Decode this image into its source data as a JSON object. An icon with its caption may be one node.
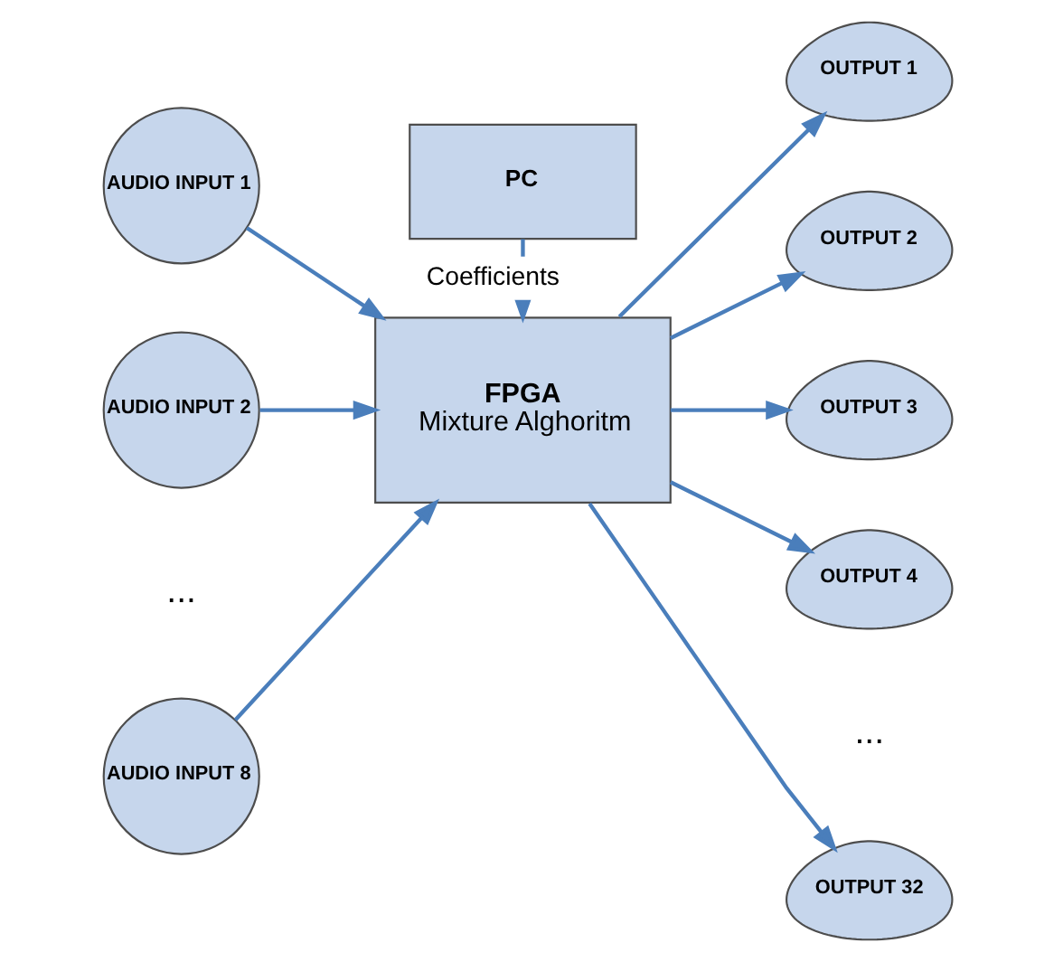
{
  "diagram": {
    "nodes": [
      {
        "text": [
          "PC"
        ]
      },
      {
        "text": [
          "FPGA",
          "Mixture Alghoritm"
        ]
      },
      {
        "text": [
          "AUDIO INPUT 1"
        ]
      },
      {
        "text": [
          "AUDIO INPUT 2"
        ]
      },
      {
        "text": [
          "AUDIO INPUT 8"
        ]
      },
      {
        "text": [
          "OUTPUT 1"
        ]
      },
      {
        "text": [
          "OUTPUT 2"
        ]
      },
      {
        "text": [
          "OUTPUT 3"
        ]
      },
      {
        "text": [
          "OUTPUT 4"
        ]
      },
      {
        "text": [
          "OUTPUT 32"
        ]
      }
    ],
    "edges": [
      {
        "from": 0,
        "to": 1,
        "arrow": "to",
        "label": "Coefficients"
      },
      {
        "from": 2,
        "to": 1,
        "arrow": "to"
      },
      {
        "from": 3,
        "to": 1,
        "arrow": "to"
      },
      {
        "from": 4,
        "to": 1,
        "arrow": "to"
      },
      {
        "from": 1,
        "to": 5,
        "arrow": "to"
      },
      {
        "from": 1,
        "to": 6,
        "arrow": "to"
      },
      {
        "from": 1,
        "to": 7,
        "arrow": "to"
      },
      {
        "from": 1,
        "to": 8,
        "arrow": "to"
      },
      {
        "from": 1,
        "to": 9,
        "arrow": "to"
      }
    ],
    "labels": [
      "...",
      "..."
    ]
  }
}
